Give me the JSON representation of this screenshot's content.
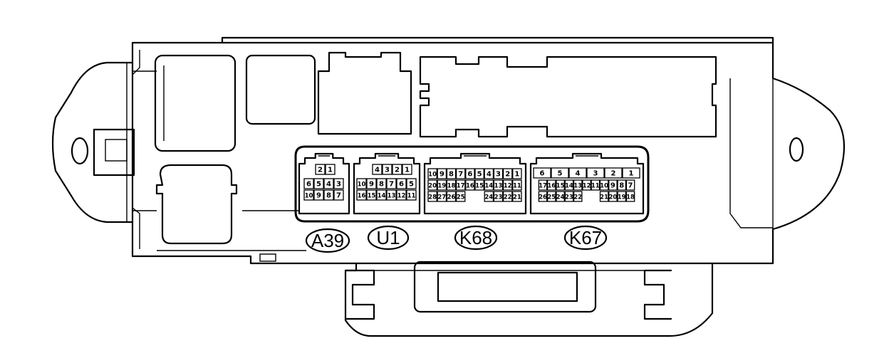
{
  "connectors": [
    {
      "id": "A39",
      "label": "A39",
      "rows": [
        [
          "2",
          "1"
        ],
        [
          "6",
          "5",
          "4",
          "3"
        ],
        [
          "10",
          "9",
          "8",
          "7"
        ]
      ]
    },
    {
      "id": "U1",
      "label": "U1",
      "rows": [
        [
          "4",
          "3",
          "2",
          "1"
        ],
        [
          "10",
          "9",
          "8",
          "7",
          "6",
          "5"
        ],
        [
          "16",
          "15",
          "14",
          "13",
          "12",
          "11"
        ]
      ]
    },
    {
      "id": "K68",
      "label": "K68",
      "rows": [
        [
          "10",
          "9",
          "8",
          "7",
          "6",
          "5",
          "4",
          "3",
          "2",
          "1"
        ],
        [
          "20",
          "19",
          "18",
          "17",
          "16",
          "15",
          "14",
          "13",
          "12",
          "11"
        ],
        [
          "28",
          "27",
          "26",
          "25",
          "",
          "",
          "24",
          "23",
          "22",
          "21"
        ]
      ]
    },
    {
      "id": "K67",
      "label": "K67",
      "rows": [
        [
          "6",
          "5",
          "4",
          "3",
          "2",
          "1"
        ],
        [
          "17",
          "16",
          "15",
          "14",
          "13",
          "12",
          "11",
          "10",
          "9",
          "8",
          "7"
        ],
        [
          "26",
          "25",
          "24",
          "23",
          "22",
          "",
          "",
          "21",
          "20",
          "19",
          "18"
        ]
      ]
    }
  ]
}
